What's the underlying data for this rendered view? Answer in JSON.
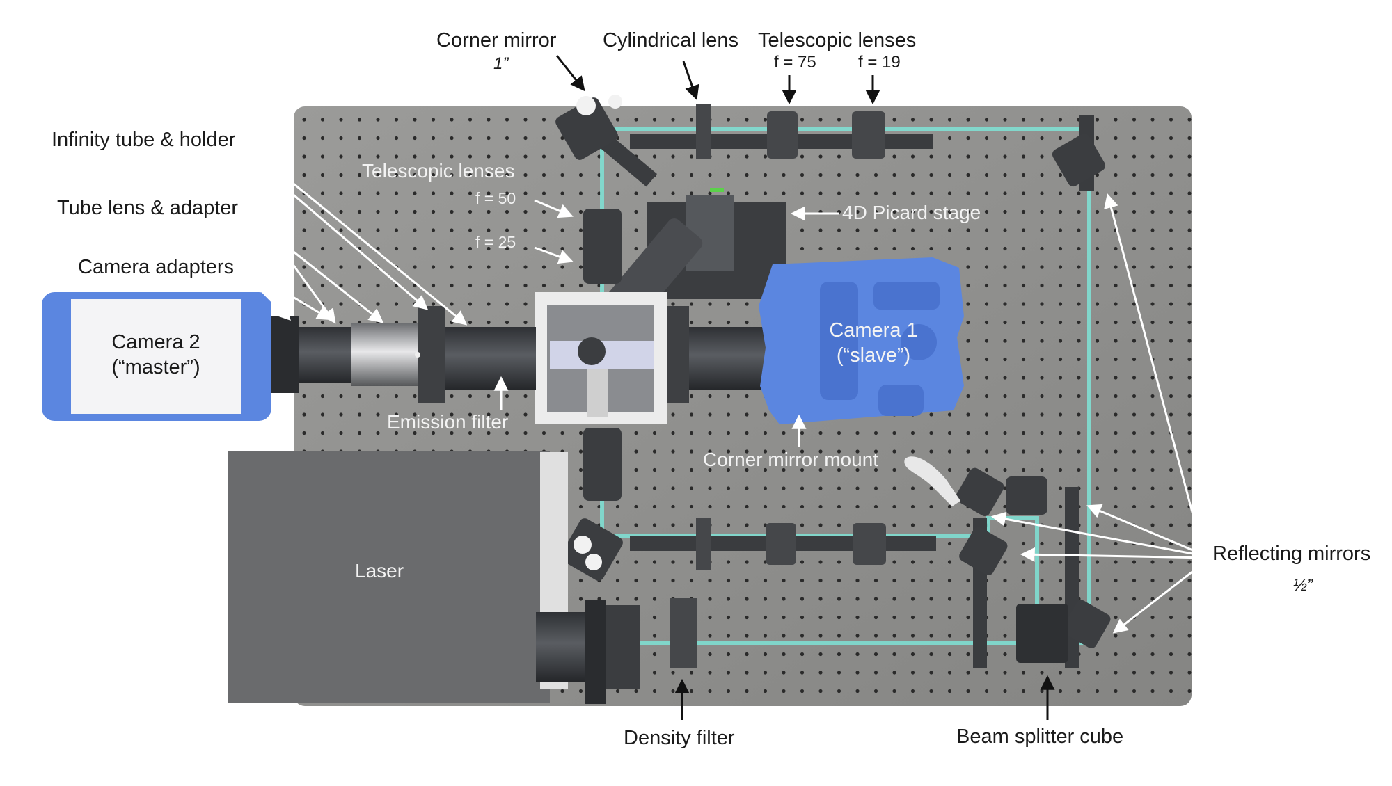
{
  "colors": {
    "board": "#8e8e8c",
    "hole": "#2a2a2a",
    "beam": "#7fe3d6",
    "camera_blue": "#5b86e0",
    "camera_white": "#f4f4f6",
    "laser_box": "#6a6b6d",
    "optics_dark": "#3b3d40"
  },
  "labels": {
    "corner_mirror": "Corner mirror",
    "corner_mirror_size": "1”",
    "cylindrical_lens": "Cylindrical lens",
    "telescopic_top": "Telescopic lenses",
    "f75": "f = 75",
    "f19": "f = 19",
    "infinity_tube": "Infinity tube & holder",
    "tube_lens": "Tube lens & adapter",
    "camera_adapters": "Camera adapters",
    "telescopic_mid": "Telescopic lenses",
    "f50": "f = 50",
    "f25": "f = 25",
    "picard_stage": "4D Picard stage",
    "camera2_name": "Camera 2",
    "camera2_role": "(“master”)",
    "camera1_name": "Camera 1",
    "camera1_role": "(“slave”)",
    "emission_filter": "Emission filter",
    "corner_mirror_mount": "Corner mirror mount",
    "laser": "Laser",
    "reflecting_mirrors": "Reflecting mirrors",
    "reflecting_size": "½”",
    "density_filter": "Density filter",
    "beam_splitter": "Beam splitter cube"
  }
}
